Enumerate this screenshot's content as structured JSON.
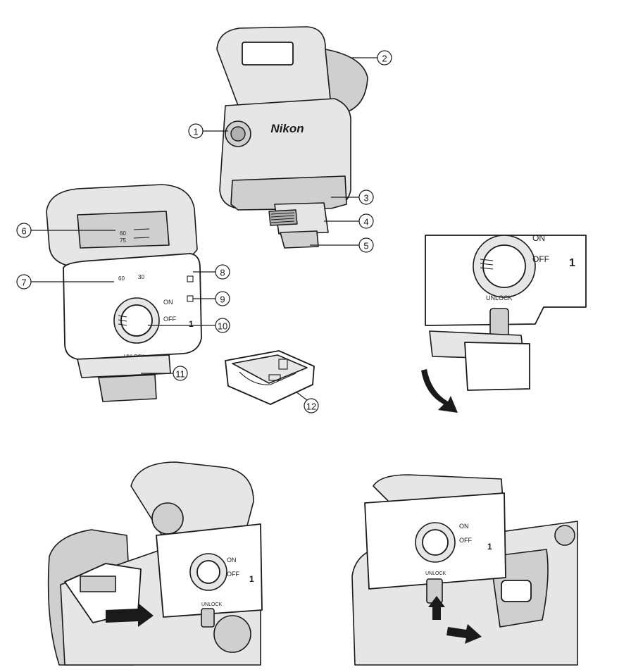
{
  "brand": "Nikon",
  "callouts": [
    "1",
    "2",
    "3",
    "4",
    "5",
    "6",
    "7",
    "8",
    "9",
    "10",
    "11",
    "12"
  ],
  "switch_labels": {
    "on": "ON",
    "off": "OFF",
    "unlock": "UNLOCK"
  },
  "scale_marks": {
    "a": "60",
    "b": "75",
    "c": "60",
    "d": "30"
  },
  "channel_number": "1"
}
